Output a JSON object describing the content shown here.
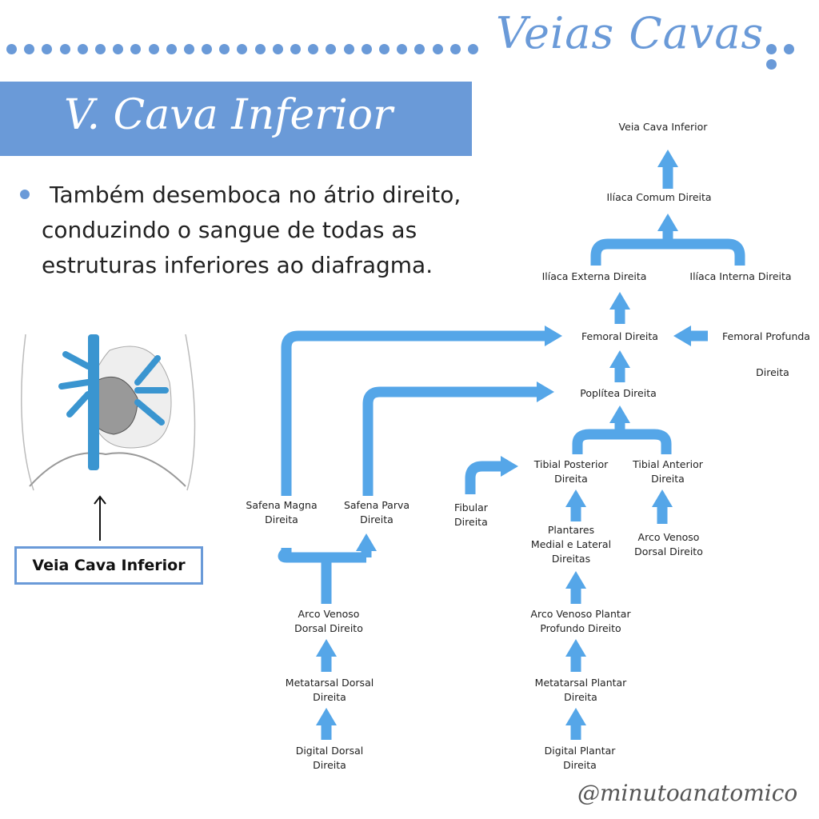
{
  "header": {
    "title": "Veias Cavas",
    "banner": "V. Cava Inferior"
  },
  "description": {
    "line1": "Também desemboca no átrio direito,",
    "line2": "conduzindo o sangue de todas as",
    "line3": "estruturas inferiores ao diafragma."
  },
  "illustration": {
    "label": "Veia Cava Inferior"
  },
  "diagram": {
    "veia_cava_inferior": "Veia Cava Inferior",
    "iliaca_comum": "Ilíaca Comum Direita",
    "iliaca_externa": "Ilíaca Externa Direita",
    "iliaca_interna": "Ilíaca Interna Direita",
    "femoral": "Femoral Direita",
    "femoral_profunda_1": "Femoral Profunda",
    "femoral_profunda_2": "Direita",
    "poplitea": "Poplítea Direita",
    "tibial_posterior_1": "Tibial Posterior",
    "tibial_posterior_2": "Direita",
    "tibial_anterior_1": "Tibial Anterior",
    "tibial_anterior_2": "Direita",
    "fibular_1": "Fibular",
    "fibular_2": "Direita",
    "plantares_1": "Plantares",
    "plantares_2": "Medial e Lateral",
    "plantares_3": "Direitas",
    "arco_dorsal_r_1": "Arco Venoso",
    "arco_dorsal_r_2": "Dorsal Direito",
    "arco_plantar_1": "Arco Venoso Plantar",
    "arco_plantar_2": "Profundo Direito",
    "metatarsal_plantar_1": "Metatarsal Plantar",
    "metatarsal_plantar_2": "Direita",
    "digital_plantar_1": "Digital Plantar",
    "digital_plantar_2": "Direita",
    "safena_magna_1": "Safena Magna",
    "safena_magna_2": "Direita",
    "safena_parva_1": "Safena Parva",
    "safena_parva_2": "Direita",
    "arco_dorsal_l_1": "Arco Venoso",
    "arco_dorsal_l_2": "Dorsal Direito",
    "metatarsal_dorsal_1": "Metatarsal Dorsal",
    "metatarsal_dorsal_2": "Direita",
    "digital_dorsal_1": "Digital Dorsal",
    "digital_dorsal_2": "Direita"
  },
  "footer": {
    "handle": "@minutoanatomico"
  },
  "colors": {
    "accent": "#6a9ad8",
    "arrow": "#55a6e8"
  }
}
